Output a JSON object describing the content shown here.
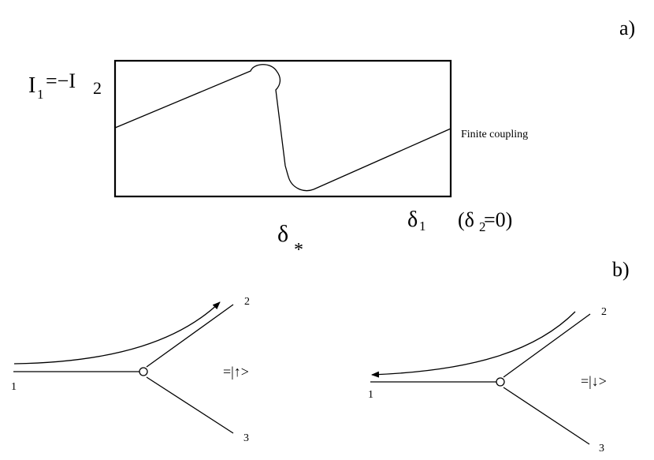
{
  "panel_a": {
    "label": "a)",
    "y_label_main": "I",
    "y_label_sub1": "1",
    "y_label_mid": "=−I",
    "y_label_sub2": "2",
    "curve_label": "Finite coupling",
    "delta_star": "δ",
    "delta_star_sub": "*",
    "delta1": "δ",
    "delta1_sub": "1",
    "condition_open": "(δ",
    "condition_sub": "2",
    "condition_rest": "=0)"
  },
  "panel_b": {
    "label": "b)",
    "left": {
      "leg1": "1",
      "leg2": "2",
      "leg3": "3",
      "state": "=|↑>"
    },
    "right": {
      "leg1": "1",
      "leg2": "2",
      "leg3": "3",
      "state": "=|↓>"
    }
  }
}
